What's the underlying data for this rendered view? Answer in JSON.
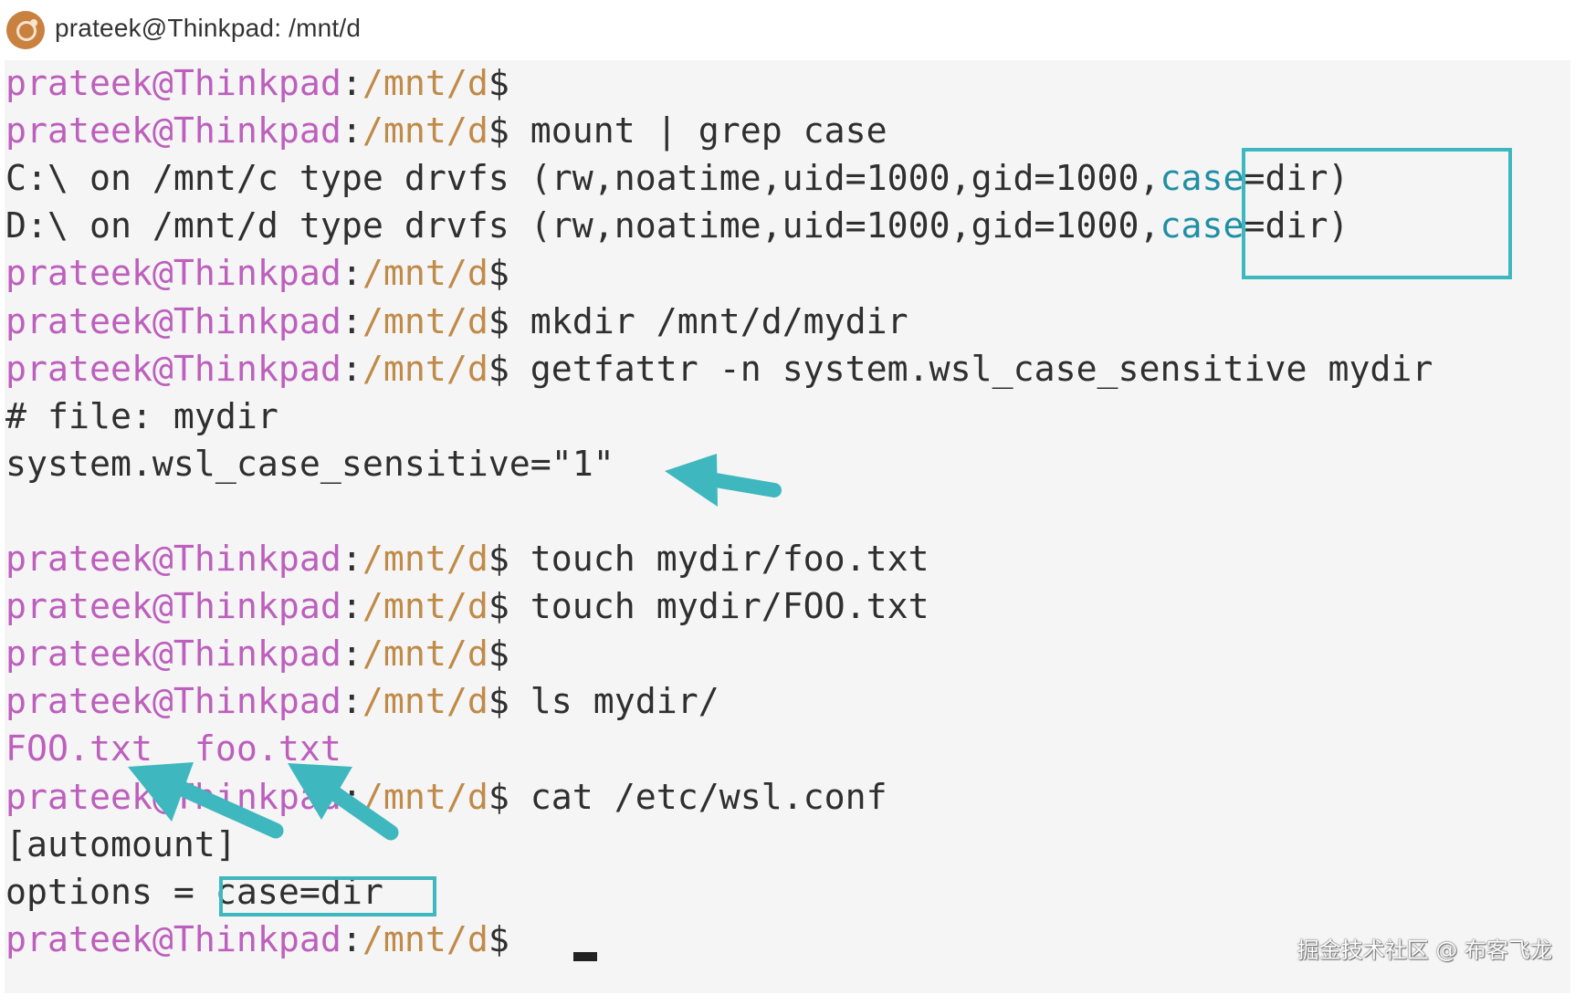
{
  "window": {
    "title": "prateek@Thinkpad: /mnt/d",
    "app_icon": "ubuntu-icon"
  },
  "prompt": {
    "user_host": "prateek@Thinkpad",
    "separator": ":",
    "path": "/mnt/d",
    "symbol": "$"
  },
  "lines": [
    {
      "type": "prompt",
      "command": ""
    },
    {
      "type": "prompt",
      "command": " mount | grep case"
    },
    {
      "type": "output",
      "pre": "C:\\ on /mnt/c type drvfs (rw,noatime,uid=1000,gid=1000,",
      "hl": "case",
      "post": "=dir)"
    },
    {
      "type": "output",
      "pre": "D:\\ on /mnt/d type drvfs (rw,noatime,uid=1000,gid=1000,",
      "hl": "case",
      "post": "=dir)"
    },
    {
      "type": "prompt",
      "command": ""
    },
    {
      "type": "prompt",
      "command": " mkdir /mnt/d/mydir"
    },
    {
      "type": "prompt",
      "command": " getfattr -n system.wsl_case_sensitive mydir"
    },
    {
      "type": "text",
      "text": "# file: mydir"
    },
    {
      "type": "text",
      "text": "system.wsl_case_sensitive=\"1\""
    },
    {
      "type": "text",
      "text": ""
    },
    {
      "type": "prompt",
      "command": " touch mydir/foo.txt"
    },
    {
      "type": "prompt",
      "command": " touch mydir/FOO.txt"
    },
    {
      "type": "prompt",
      "command": ""
    },
    {
      "type": "prompt",
      "command": " ls mydir/"
    },
    {
      "type": "listing",
      "text": "FOO.txt  foo.txt"
    },
    {
      "type": "prompt",
      "command": " cat /etc/wsl.conf"
    },
    {
      "type": "text",
      "text": "[automount]"
    },
    {
      "type": "text",
      "text": "options = case=dir"
    },
    {
      "type": "prompt",
      "command": " "
    }
  ],
  "watermark": "掘金技术社区 @ 布客飞龙",
  "colors": {
    "prompt_user": "#bd5fbd",
    "prompt_path": "#c08a48",
    "highlight_text": "#1f8fa5",
    "annotation": "#3fb7bf",
    "terminal_bg": "#f5f5f5"
  }
}
